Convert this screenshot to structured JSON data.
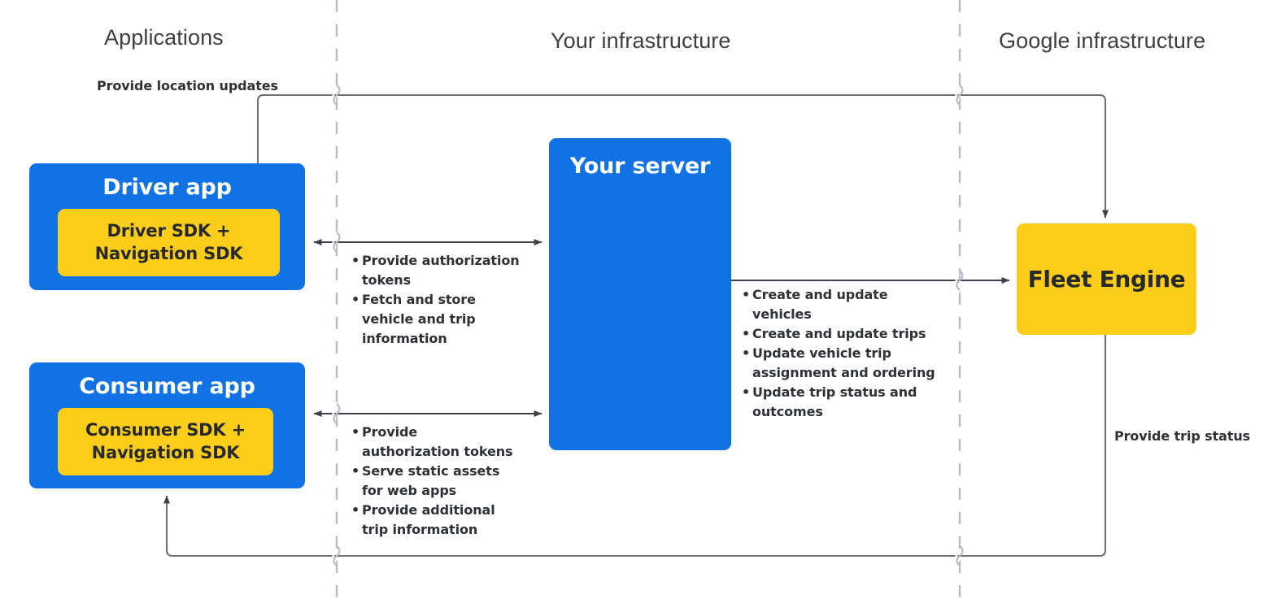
{
  "columns": [
    {
      "id": "applications",
      "label": "Applications"
    },
    {
      "id": "your-infrastructure",
      "label": "Your infrastructure"
    },
    {
      "id": "google-infrastructure",
      "label": "Google infrastructure"
    }
  ],
  "colors": {
    "app_blue": "#1272e3",
    "sdk_yellow": "#fccd1a",
    "text_dark": "#2e3135",
    "heading_gray": "#3c4043",
    "divider_gray": "#b6bcc2",
    "connector_gray": "#6b7075",
    "arrow_dark": "#3c4148",
    "white": "#ffffff"
  },
  "nodes": {
    "driver_app": {
      "title": "Driver app",
      "sdk_label": "Driver SDK +\nNavigation SDK"
    },
    "consumer_app": {
      "title": "Consumer app",
      "sdk_label": "Consumer SDK +\nNavigation SDK"
    },
    "server": {
      "title": "Your server"
    },
    "fleet_engine": {
      "title": "Fleet Engine"
    }
  },
  "annotations": {
    "location_updates": "Provide location updates",
    "trip_status": "Provide trip status"
  },
  "flows": {
    "driver_to_server": [
      "Provide authorization tokens",
      "Fetch and store vehicle and trip information"
    ],
    "consumer_to_server": [
      "Provide authorization tokens",
      "Serve static assets for web apps",
      "Provide additional trip information"
    ],
    "server_to_fleet_engine": [
      "Create and update vehicles",
      "Create and update trips",
      "Update vehicle trip assignment and ordering",
      "Update trip status and outcomes"
    ]
  }
}
